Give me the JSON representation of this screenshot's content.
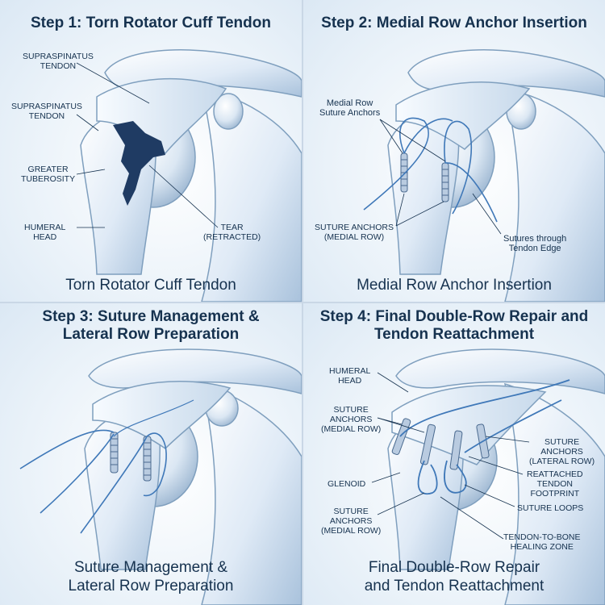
{
  "panels": [
    {
      "title": "Step 1: Torn Rotator Cuff Tendon",
      "caption": "Torn Rotator Cuff Tendon",
      "labels": {
        "supraspinatus_a": [
          "SUPRASPINATUS",
          "TENDON"
        ],
        "supraspinatus_b": [
          "SUPRASPINATUS",
          "TENDON"
        ],
        "greater_tuberosity": [
          "GREATER",
          "TUBEROSITY"
        ],
        "humeral_head": [
          "HUMERAL",
          "HEAD"
        ],
        "tear": [
          "TEAR",
          "(RETRACTED)"
        ]
      }
    },
    {
      "title": "Step 2: Medial Row Anchor Insertion",
      "caption": "Medial Row Anchor Insertion",
      "labels": {
        "medial_row_anchors": [
          "Medial Row",
          "Suture Anchors"
        ],
        "suture_anchors_medial": [
          "SUTURE ANCHORS",
          "(MEDIAL ROW)"
        ],
        "sutures_through": [
          "Sutures through",
          "Tendon Edge"
        ]
      }
    },
    {
      "title_lines": [
        "Step 3: Suture Management &",
        "Lateral Row Preparation"
      ],
      "caption_lines": [
        "Suture Management &",
        "Lateral Row Preparation"
      ]
    },
    {
      "title_lines": [
        "Step 4: Final Double-Row Repair and",
        "Tendon Reattachment"
      ],
      "caption_lines": [
        "Final Double-Row Repair",
        "and Tendon Reattachment"
      ],
      "labels": {
        "humeral_head": [
          "HUMERAL",
          "HEAD"
        ],
        "suture_anchors_medial_top": [
          "SUTURE",
          "ANCHORS",
          "(MEDIAL ROW)"
        ],
        "glenoid": [
          "GLENOID"
        ],
        "suture_anchors_medial_bottom": [
          "SUTURE",
          "ANCHORS",
          "(MEDIAL ROW)"
        ],
        "suture_anchors_lateral": [
          "SUTURE",
          "ANCHORS",
          "(LATERAL ROW)"
        ],
        "reattached_footprint": [
          "REATTACHED",
          "TENDON",
          "FOOTPRINT"
        ],
        "suture_loops": [
          "SUTURE LOOPS"
        ],
        "healing_zone": [
          "TENDON-TO-BONE",
          "HEALING ZONE"
        ]
      }
    }
  ],
  "colors": {
    "text": "#16324f",
    "bone": "#e4eef8",
    "bone_shadow": "#9fb9d4",
    "tear": "#1f3b63",
    "suture": "#3f78b8"
  }
}
